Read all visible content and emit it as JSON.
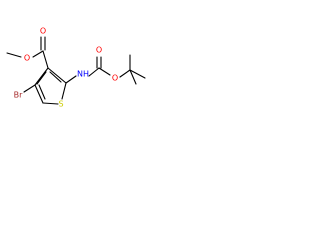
{
  "molecule": {
    "atoms": {
      "O_carbonyl": "O",
      "O_ester": "O",
      "Br": "Br",
      "S": "S",
      "NH": "NH",
      "O_boc_carbonyl": "O",
      "O_boc_ether": "O"
    },
    "colors": {
      "bond": "#000000",
      "O": "#ff0000",
      "Br": "#a52a2a",
      "S": "#cccc00",
      "N": "#0000ff"
    }
  }
}
